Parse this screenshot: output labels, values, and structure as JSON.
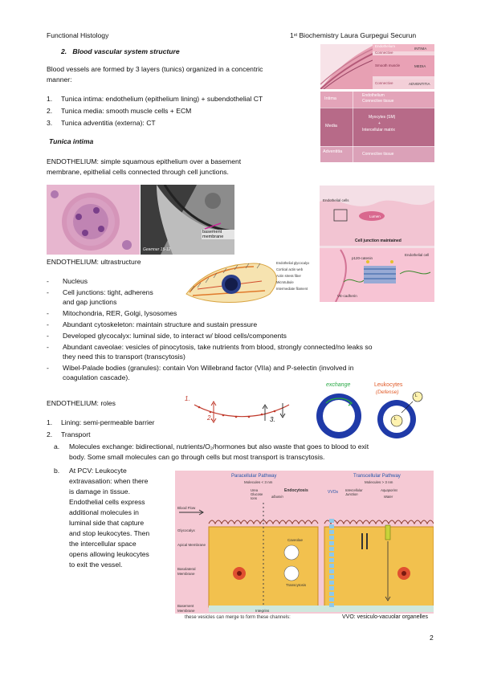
{
  "header": {
    "left": "Functional Histology",
    "right_pre": "1",
    "right_sup": "st",
    "right_post": " Biochemistry Laura Gurpegui Securun"
  },
  "section": {
    "number": "2.",
    "title": "Blood vascular system structure"
  },
  "intro": {
    "line1": "Blood vessels are formed by 3 layers (tunics) organized in a concentric",
    "line2": "manner:"
  },
  "tunics": [
    {
      "num": "1.",
      "text": "Tunica intima: endothelium (epithelium lining) + subendothelial CT"
    },
    {
      "num": "2.",
      "text": "Tunica media: smooth muscle cells + ECM"
    },
    {
      "num": "3.",
      "text": "Tunica adventitia (externa): CT"
    }
  ],
  "subheading": "Tunica intima",
  "endothelium_def": {
    "line1": "ENDOTHELIUM: simple squamous epithelium over a basement",
    "line2": "membrane, epithelial cells connected through cell junctions."
  },
  "ultra_heading": "ENDOTHELIUM: ultrastructure",
  "ultra_items": [
    {
      "dash": "-",
      "lines": [
        "Nucleus"
      ]
    },
    {
      "dash": "-",
      "lines": [
        "Cell junctions: tight, adherens",
        "and gap junctions"
      ]
    },
    {
      "dash": "-",
      "lines": [
        "Mitochondria, RER, Golgi, lysosomes"
      ]
    },
    {
      "dash": "-",
      "lines": [
        "Abundant cytoskeleton: maintain structure and sustain pressure"
      ]
    },
    {
      "dash": "-",
      "lines": [
        "Developed glycocalyx: luminal side, to interact w/ blood cells/components"
      ]
    },
    {
      "dash": "-",
      "lines": [
        "Abundant caveolae: vesicles of pinocytosis, take nutrients from blood, strongly connected/no leaks so",
        "they need this to transport (transcytosis)"
      ]
    },
    {
      "dash": "-",
      "lines": [
        "Wibel-Palade bodies (granules): contain Von Willebrand factor (VIIa) and P-selectin (involved in",
        "coagulation cascade)."
      ]
    }
  ],
  "roles_heading": "ENDOTHELIUM: roles",
  "roles": [
    {
      "num": "1.",
      "text": "Lining: semi-permeable barrier"
    },
    {
      "num": "2.",
      "text": "Transport"
    }
  ],
  "transport_a": {
    "label": "a.",
    "line1": "Molecules exchange: bidirectional, nutrients/O₂/hormones but also waste that goes to blood to exit",
    "line2": "body. Some small molecules can go through cells but most transport is transcytosis."
  },
  "transport_b": {
    "label": "b.",
    "lines": [
      "At PCV: Leukocyte",
      "extravasation: when there",
      "is damage in tissue.",
      "Endothelial cells express",
      "additional molecules in",
      "luminal side that capture",
      "and stop leukocytes. Then",
      "the intercellular space",
      "opens allowing leukocytes",
      "to exit the vessel."
    ]
  },
  "page_number": "2",
  "fig_layers": {
    "labels": [
      "Endothelium",
      "Connective",
      "Smooth muscle",
      "Connective",
      "INTIMA",
      "MEDIA",
      "ADVENTITIA"
    ]
  },
  "fig_histo": {
    "labels": [
      "Intima",
      "Endothelium",
      "Connective tissue",
      "Myocytes (SM)",
      "+",
      "Intercellular matrix",
      "Media",
      "Adventitia",
      "Connective tissue"
    ]
  },
  "fig_em": {
    "label": "basement membrane",
    "credit": "Gewnner 15-12"
  },
  "fig_junction": {
    "labels": [
      "Endothelial cells",
      "Cell junction maintained",
      "p120-catenin",
      "Endothelial cell",
      "VE-cadherin",
      "Lumen"
    ]
  },
  "fig_cell": {
    "legend": [
      "Endothelial glycocalyx",
      "Cortical actin web",
      "Actin stress fiber",
      "Microtubule",
      "Intermediate filament"
    ]
  },
  "fig_arrows": {
    "labels": [
      "1.",
      "2.",
      "3."
    ]
  },
  "fig_circles": {
    "exchange": "exchange",
    "leuko1": "Leukocytes",
    "leuko2": "(Defense)",
    "L": "L"
  },
  "fig_pathway": {
    "title_left": "Paracellular Pathway",
    "sub_left": "Molecules < 3 nm",
    "title_right": "Transcellular Pathway",
    "sub_right": "Molecules > 3 nm",
    "side": [
      "Blood Flow",
      "Glycocalyx",
      "Apical Membrane",
      "Basolateral Membrane",
      "Basement Membrane"
    ],
    "top": [
      "Urea Glucose Ions",
      "albumin",
      "Endocytosis",
      "VVOs",
      "Intercellular Junction",
      "Aquaporins",
      "Water"
    ],
    "mid": [
      "Caveolae",
      "Transcytosis",
      "Integrins"
    ],
    "caption_left": "these vesicles can merge to form these channels:",
    "caption_right": "VVO: vesiculo-vacuolar organelles"
  },
  "colors": {
    "intima": "#f2a6b8",
    "media": "#c77f9a",
    "cell_yellow": "#f2c14e",
    "nucleus_red": "#d9342b",
    "pathway_bg": "#f5c9d4",
    "accent_blue": "#2255aa"
  }
}
